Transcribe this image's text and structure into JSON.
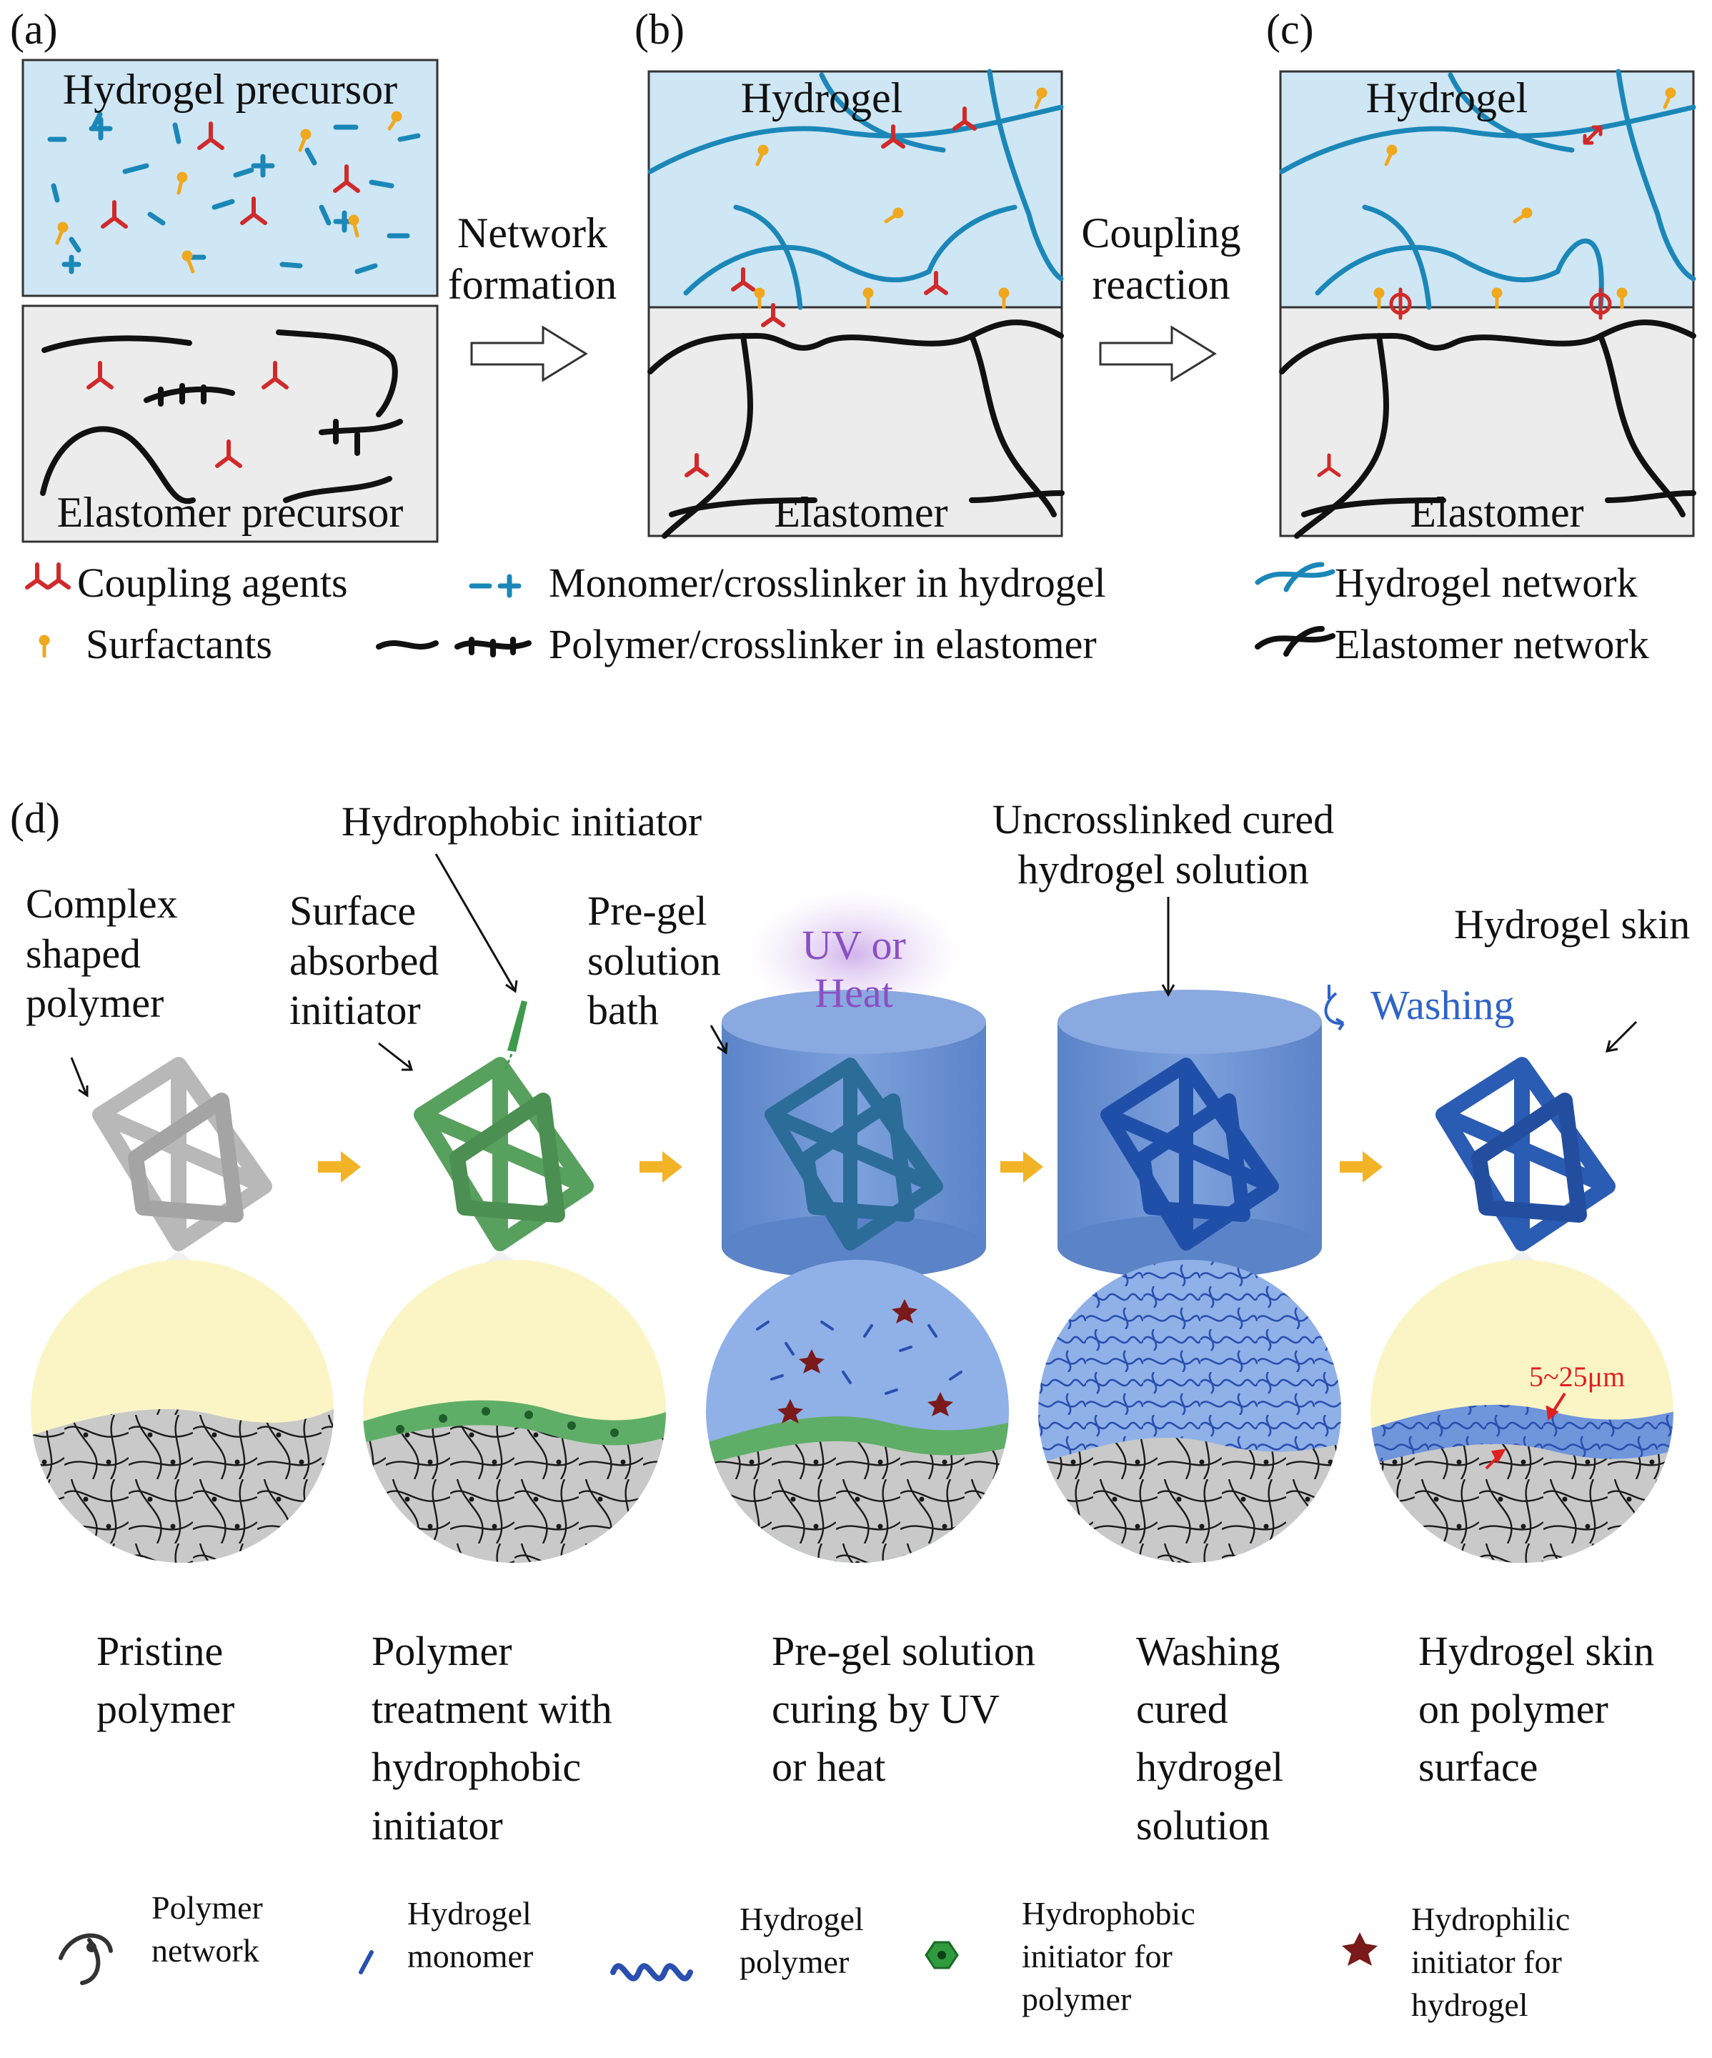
{
  "panels_top": {
    "a": {
      "label": "(a)",
      "top_box": "Hydrogel precursor",
      "bottom_box": "Elastomer precursor"
    },
    "b": {
      "label": "(b)",
      "top_box": "Hydrogel",
      "bottom_box": "Elastomer"
    },
    "c": {
      "label": "(c)",
      "top_box": "Hydrogel",
      "bottom_box": "Elastomer"
    },
    "arrow1": "Network\nformation",
    "arrow2": "Coupling\nreaction"
  },
  "legend_top": {
    "coupling": "Coupling agents",
    "surfactants": "Surfactants",
    "monomer": "Monomer/crosslinker in hydrogel",
    "polymer": "Polymer/crosslinker in elastomer",
    "hydrogel_network": "Hydrogel network",
    "elastomer_network": "Elastomer network"
  },
  "panel_d": {
    "label": "(d)",
    "callouts": {
      "complex": "Complex\nshaped\npolymer",
      "surface": "Surface\nabsorbed\ninitiator",
      "hydrophobic": "Hydrophobic initiator",
      "pregel_bath": "Pre-gel\nsolution\nbath",
      "uv": "UV or\nHeat",
      "uncrosslinked": "Uncrosslinked cured\nhydrogel solution",
      "washing": "Washing",
      "skin": "Hydrogel skin",
      "thickness": "5~25μm"
    },
    "steps": [
      "Pristine\npolymer",
      "Polymer\ntreatment with\nhydrophobic\ninitiator",
      "Pre-gel solution\ncuring by UV\nor heat",
      "Washing\ncured\nhydrogel\nsolution",
      "Hydrogel skin\non polymer\nsurface"
    ],
    "legend": {
      "polymer_network": "Polymer\nnetwork",
      "hydrogel_monomer": "Hydrogel\nmonomer",
      "hydrogel_polymer": "Hydrogel\npolymer",
      "hydrophobic_init": "Hydrophobic\ninitiator for\npolymer",
      "hydrophilic_init": "Hydrophilic\ninitiator for\nhydrogel"
    }
  },
  "colors": {
    "hydrogel_fill": "#cfe6f4",
    "elastomer_fill": "#ececec",
    "hydrogel_line": "#1b87b8",
    "coupling": "#d12a2a",
    "surfactant": "#f0a81e",
    "washing_text": "#2e63c8",
    "uv_text": "#8b4fc2",
    "arrow_orange": "#f2b327",
    "lattice_grey": "#b8b8b8",
    "lattice_green": "#58a05e",
    "lattice_blue": "#2b5cb3",
    "bath_blue": "#6a8fd0",
    "thickness_red": "#e02020"
  }
}
